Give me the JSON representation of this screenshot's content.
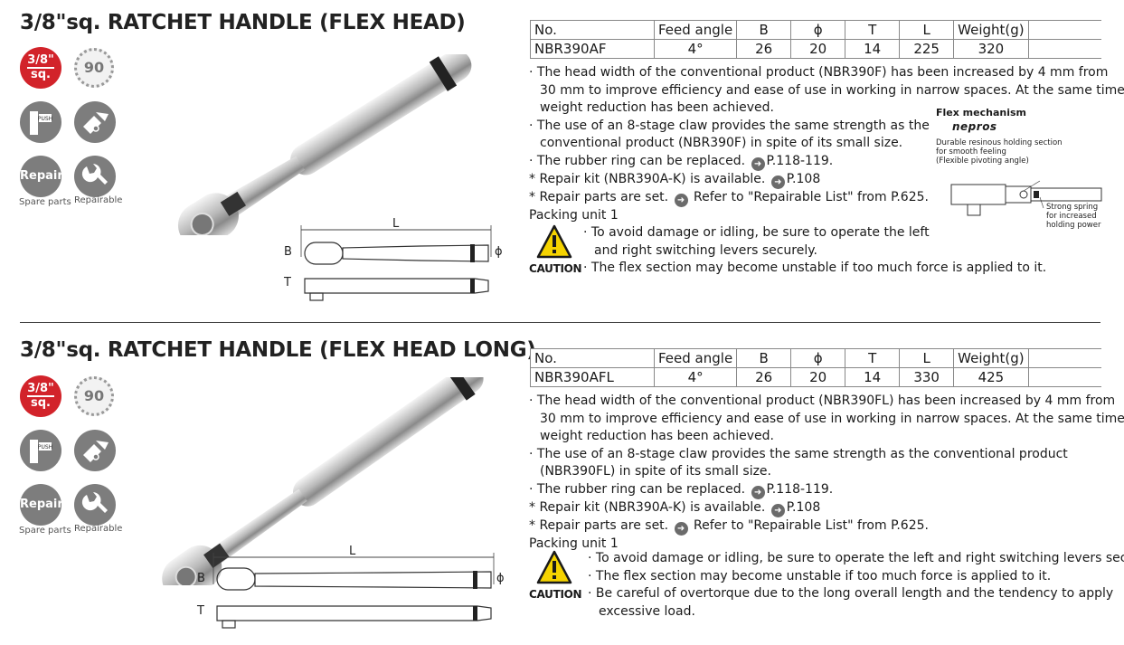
{
  "sections": [
    {
      "title": "3/8\"sq. RATCHET HANDLE (FLEX HEAD)",
      "icons": {
        "size_top": "3/8\"",
        "size_bottom": "sq.",
        "teeth": "90",
        "push_label": "PUSH",
        "repair_label": "Repair",
        "spare_parts": "Spare parts",
        "repairable": "Repairable"
      },
      "table": {
        "headers": [
          "No.",
          "Feed angle",
          "B",
          "ϕ",
          "T",
          "L",
          "Weight(g)"
        ],
        "row": [
          "NBR390AF",
          "4°",
          "26",
          "20",
          "14",
          "225",
          "320"
        ]
      },
      "notes": [
        "· The head width of the conventional product (NBR390F) has been increased by 4 mm from",
        "30 mm to improve efficiency and ease of use in working in narrow spaces. At the same time,",
        "weight reduction has been achieved.",
        "· The use of an 8-stage claw provides the same strength as the",
        "conventional product (NBR390F) in spite of its small size.",
        "· The rubber ring can be replaced.",
        "P.118-119.",
        "* Repair kit (NBR390A-K) is available.",
        "P.108",
        "* Repair parts are set.",
        "Refer to \"Repairable List\" from P.625.",
        "Packing unit 1"
      ],
      "caution_label": "CAUTION",
      "caution_notes": [
        "· To avoid damage or idling, be sure to operate the left",
        "and right switching levers securely.",
        "· The flex section may become unstable if too much force is applied to it."
      ],
      "dims": {
        "L": "L",
        "B": "B",
        "phi": "ϕ",
        "T": "T"
      },
      "flex": {
        "title": "Flex mechanism",
        "brand": "nepros",
        "desc1": "Durable resinous holding section",
        "desc2": "for smooth feeling",
        "desc3": "(Flexible pivoting angle)",
        "desc4": "Strong spring",
        "desc5": "for increased",
        "desc6": "holding power"
      }
    },
    {
      "title": "3/8\"sq. RATCHET HANDLE (FLEX HEAD LONG)",
      "icons": {
        "size_top": "3/8\"",
        "size_bottom": "sq.",
        "teeth": "90",
        "push_label": "PUSH",
        "repair_label": "Repair",
        "spare_parts": "Spare parts",
        "repairable": "Repairable"
      },
      "table": {
        "headers": [
          "No.",
          "Feed angle",
          "B",
          "ϕ",
          "T",
          "L",
          "Weight(g)"
        ],
        "row": [
          "NBR390AFL",
          "4°",
          "26",
          "20",
          "14",
          "330",
          "425"
        ]
      },
      "notes": [
        "· The head width of the conventional product (NBR390FL) has been increased by 4 mm from",
        "30 mm to improve efficiency and ease of use in working in narrow spaces. At the same time,",
        "weight reduction has been achieved.",
        "· The use of an 8-stage claw provides the same strength as the conventional product",
        "(NBR390FL) in spite of its small size.",
        "· The rubber ring can be replaced.",
        "P.118-119.",
        "* Repair kit (NBR390A-K) is available.",
        "P.108",
        "* Repair parts are set.",
        "Refer to \"Repairable List\" from P.625.",
        "Packing unit 1"
      ],
      "caution_label": "CAUTION",
      "caution_notes": [
        "· To avoid damage or idling, be sure to operate the left and right switching levers securely.",
        "· The flex section may become unstable if too much force is applied to it.",
        "· Be careful of overtorque due to the long overall length and the tendency to apply",
        "excessive load."
      ],
      "dims": {
        "L": "L",
        "B": "B",
        "phi": "ϕ",
        "T": "T"
      }
    }
  ],
  "colors": {
    "accent_red": "#d2232a",
    "icon_gray": "#7d7d7d",
    "caution_yellow": "#f5d300"
  }
}
